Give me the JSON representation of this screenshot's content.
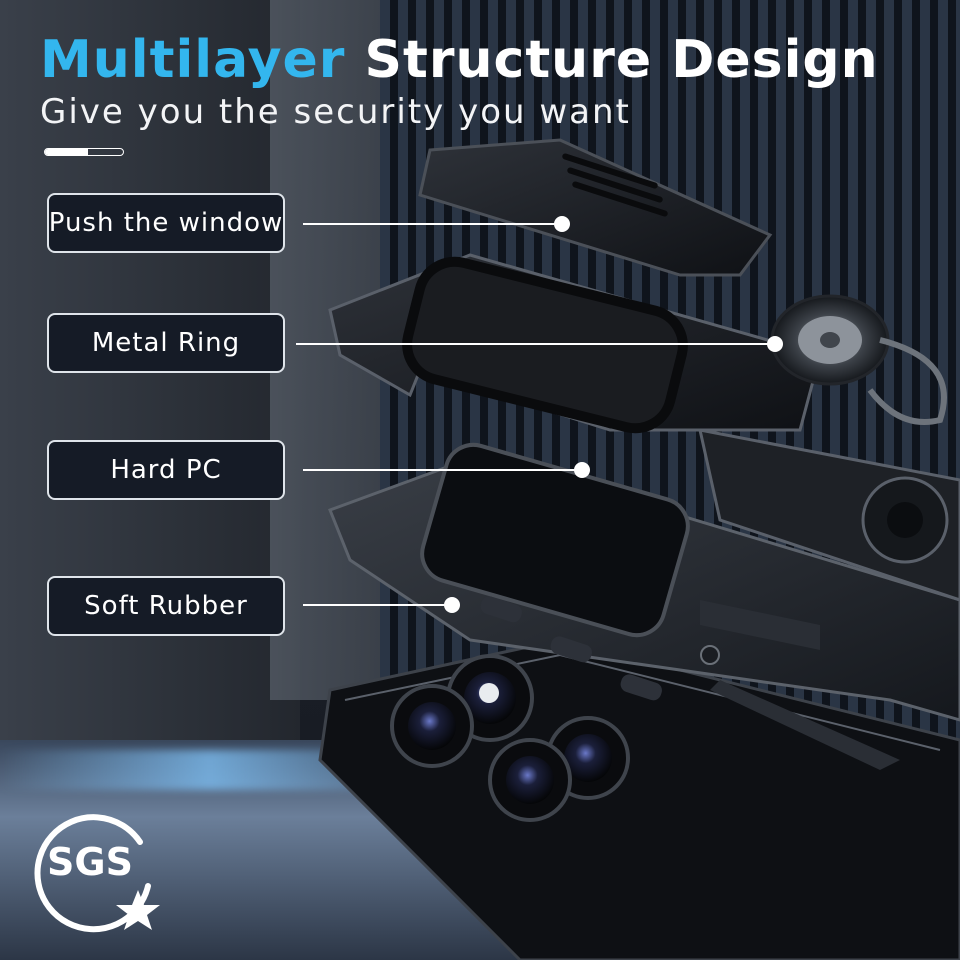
{
  "header": {
    "title_accent": "Multilayer",
    "title_rest": "Structure Design",
    "subtitle": "Give you the security you want",
    "accent_color": "#33b6ee",
    "slide_progress": 0.55
  },
  "layers": [
    {
      "label": "Push the window"
    },
    {
      "label": "Metal Ring"
    },
    {
      "label": "Hard PC"
    },
    {
      "label": "Soft Rubber"
    }
  ],
  "badge": {
    "text": "SGS",
    "icon": "star-icon"
  },
  "product": {
    "icon": "phone-case-exploded-view",
    "case_color": "#1d2026"
  }
}
